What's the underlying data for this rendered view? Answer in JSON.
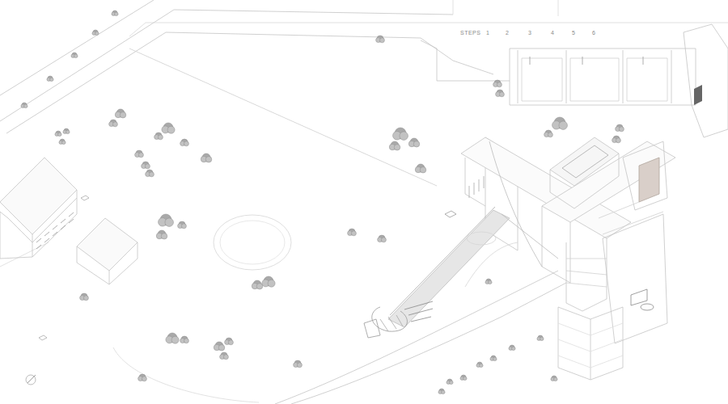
{
  "diagram": {
    "labels": [
      "STEPS",
      "1",
      "2",
      "3",
      "4",
      "5",
      "6"
    ]
  }
}
